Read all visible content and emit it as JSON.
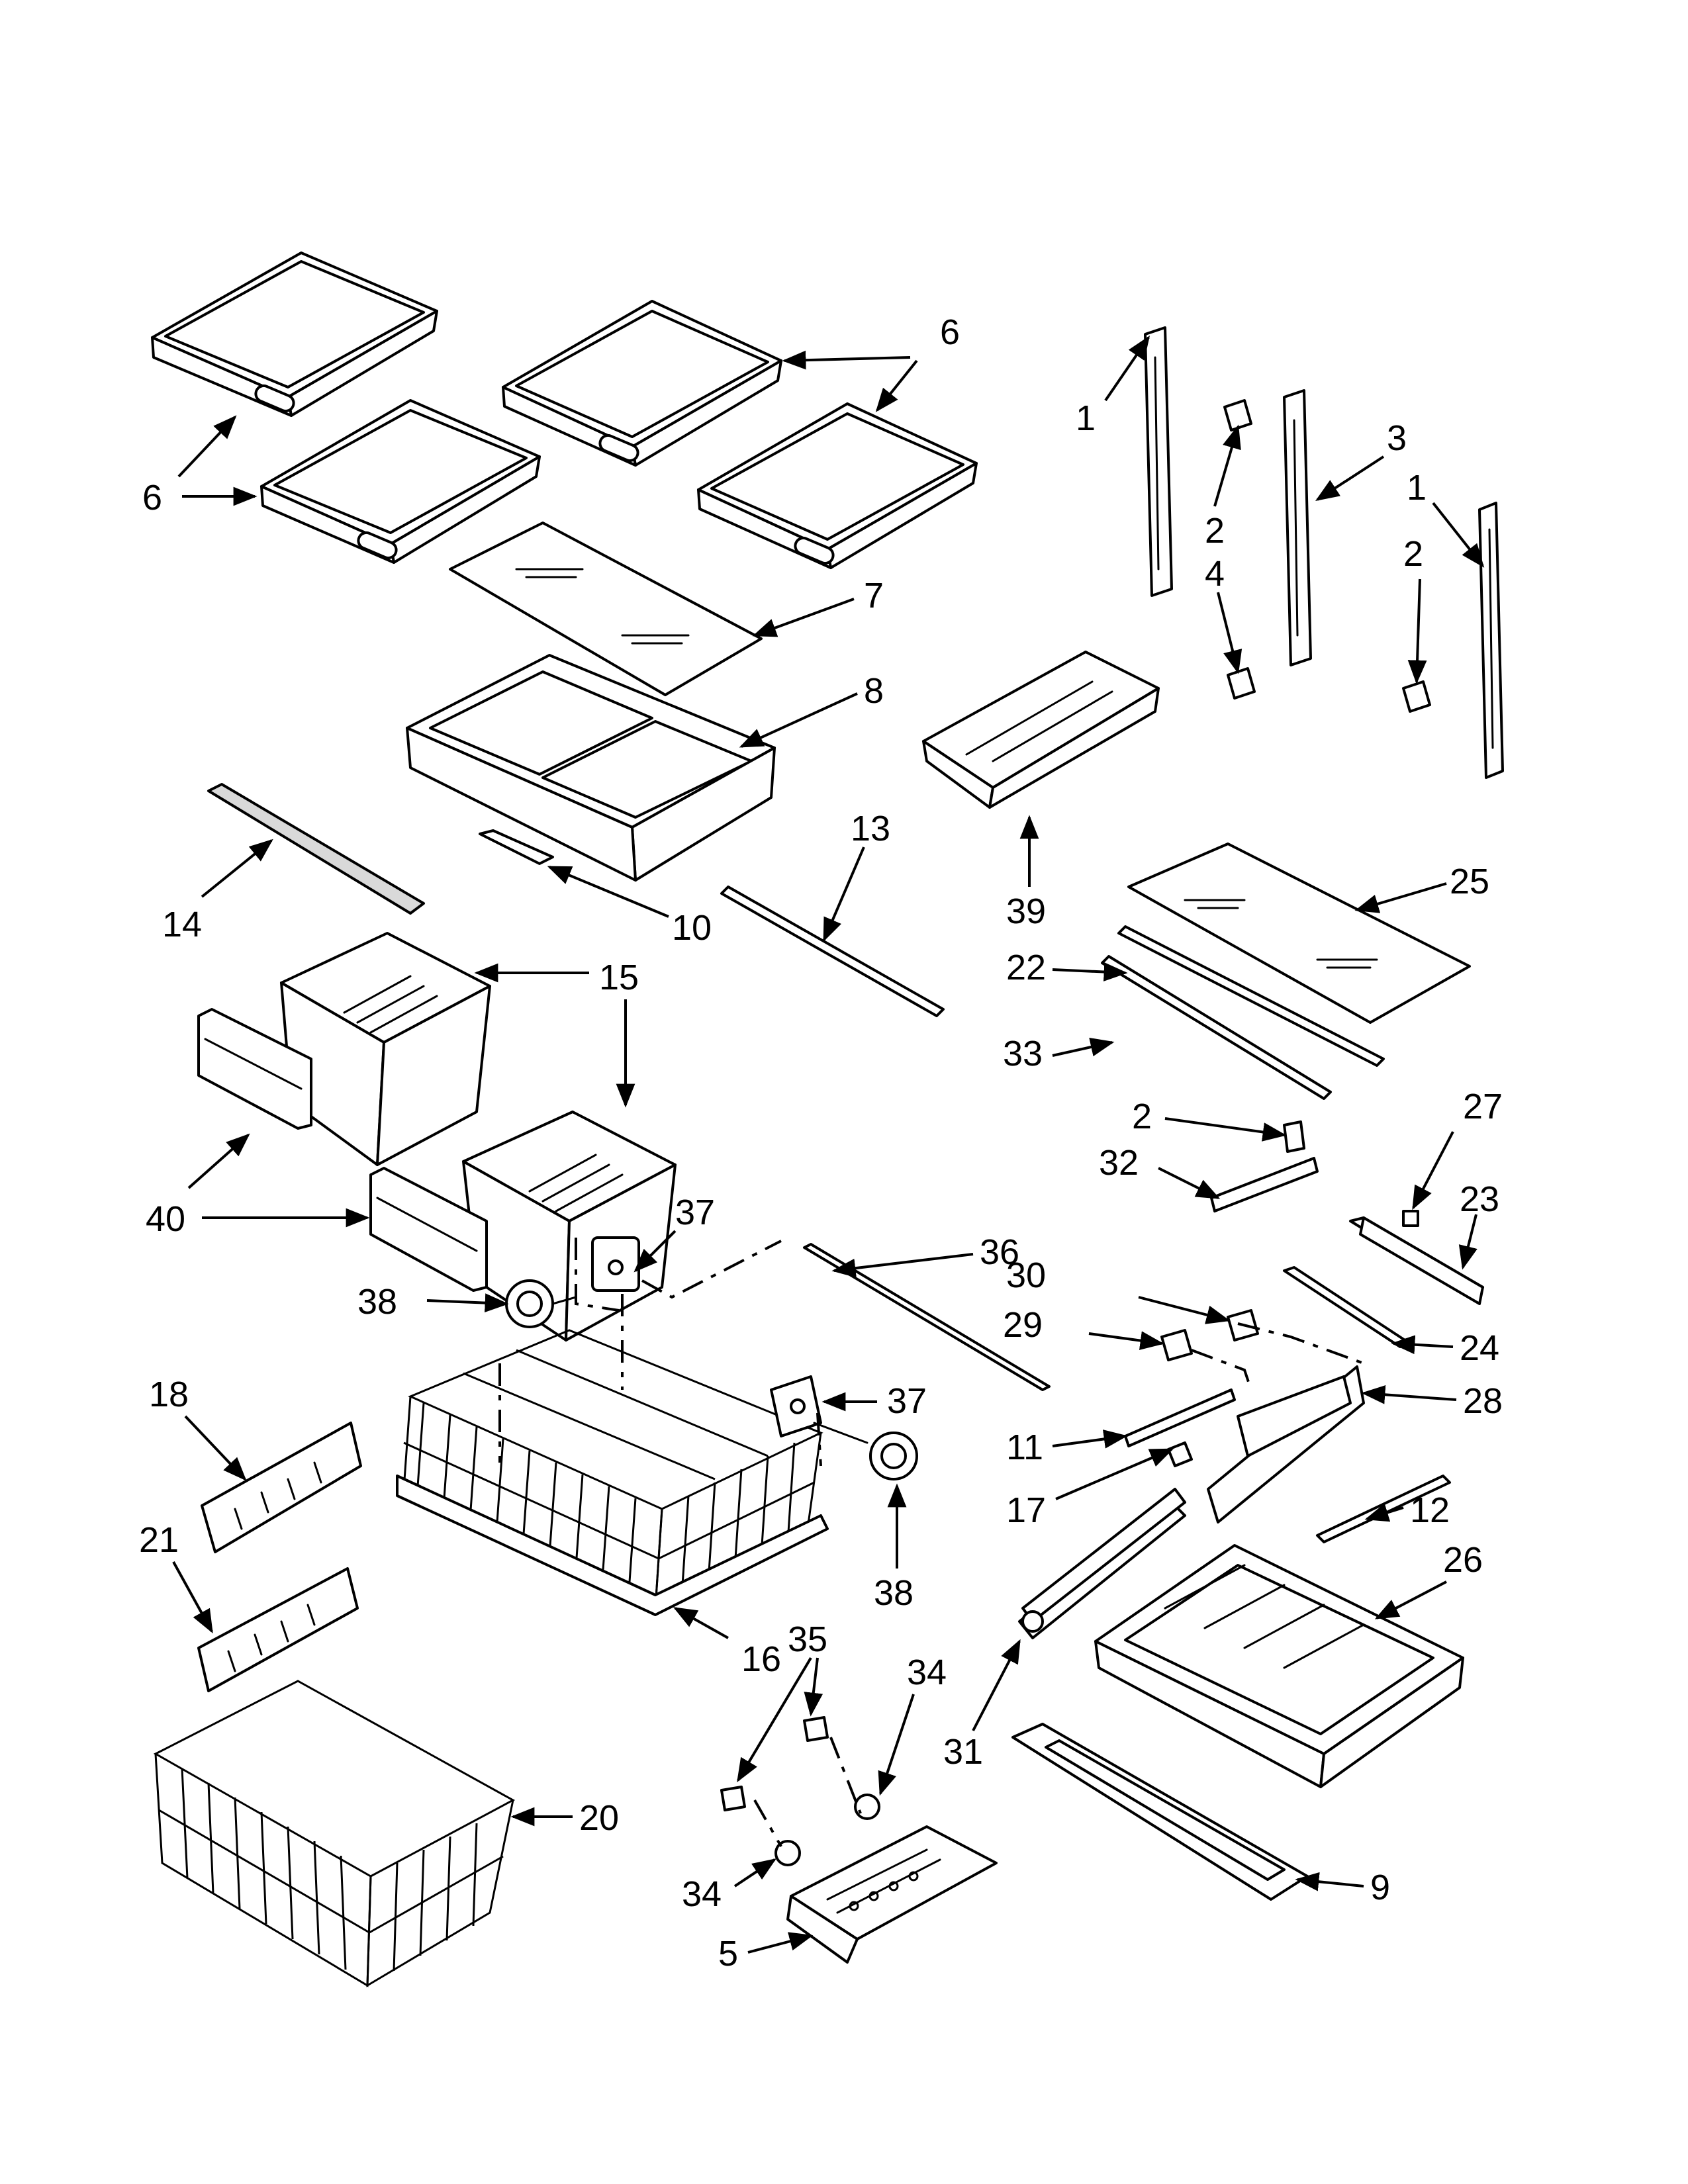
{
  "callouts": {
    "c1a": "1",
    "c1b": "1",
    "c2a": "2",
    "c2b": "2",
    "c2c": "2",
    "c3": "3",
    "c4": "4",
    "c5": "5",
    "c6a": "6",
    "c6b": "6",
    "c7": "7",
    "c8": "8",
    "c9": "9",
    "c10": "10",
    "c11": "11",
    "c12": "12",
    "c13": "13",
    "c14": "14",
    "c15": "15",
    "c16": "16",
    "c17": "17",
    "c18": "18",
    "c20": "20",
    "c21": "21",
    "c22": "22",
    "c23": "23",
    "c24": "24",
    "c25": "25",
    "c26": "26",
    "c27": "27",
    "c28": "28",
    "c29": "29",
    "c30": "30",
    "c31": "31",
    "c32": "32",
    "c33": "33",
    "c34a": "34",
    "c34b": "34",
    "c35": "35",
    "c36": "36",
    "c37a": "37",
    "c37b": "37",
    "c38a": "38",
    "c38b": "38",
    "c39": "39",
    "c40": "40"
  }
}
